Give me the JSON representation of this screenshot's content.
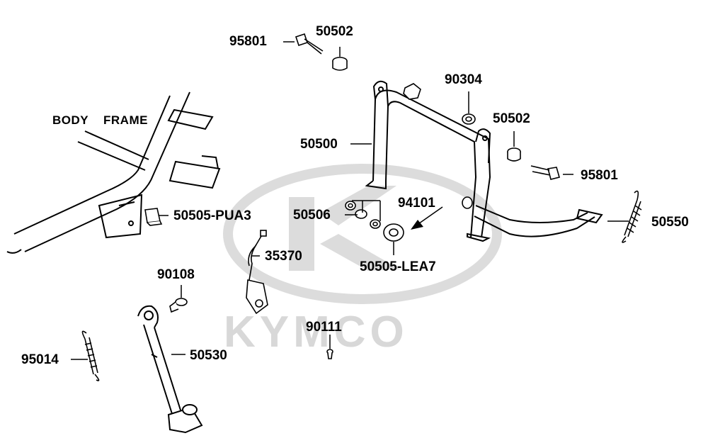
{
  "watermark": {
    "brand": "KYMCO"
  },
  "body_frame": {
    "word1": "BODY",
    "word2": "FRAME"
  },
  "parts": {
    "p95801_top": "95801",
    "p50502_top": "50502",
    "p90304": "90304",
    "p50502_right": "50502",
    "p50500": "50500",
    "p95801_right": "95801",
    "p94101": "94101",
    "p50506": "50506",
    "p50550": "50550",
    "p50505_pua3": "50505-PUA3",
    "p35370": "35370",
    "p50505_lea7": "50505-LEA7",
    "p90108": "90108",
    "p90111": "90111",
    "p95014": "95014",
    "p50530": "50530"
  }
}
